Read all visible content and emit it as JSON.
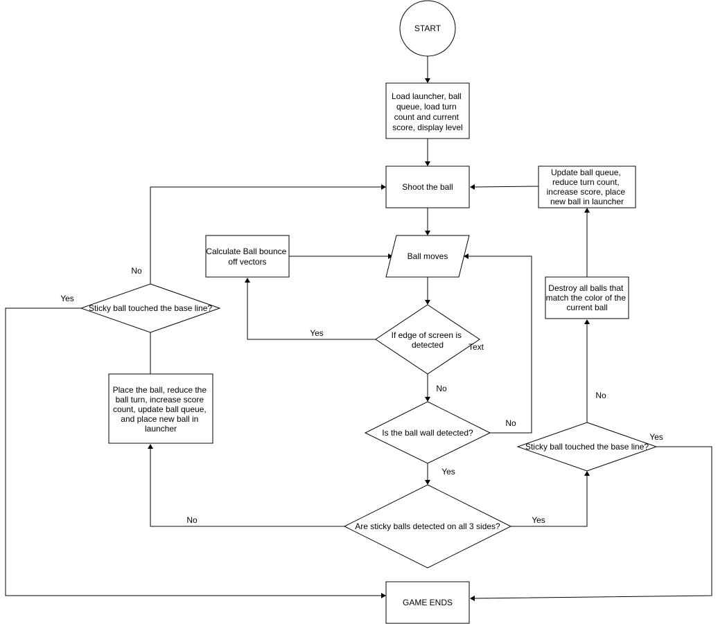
{
  "nodes": {
    "start": "START",
    "load": [
      "Load launcher, ball",
      "queue, load turn",
      "count and current",
      "score, display level"
    ],
    "shoot": "Shoot the ball",
    "update": [
      "Update ball queue,",
      "reduce turn count,",
      "increase score, place",
      "new ball in launcher"
    ],
    "calc": [
      "Calculate Ball bounce",
      "off vectors"
    ],
    "moves": "Ball moves",
    "sticky_left": "Sticky ball touched the base line?",
    "edge": [
      "If edge of screen is",
      "detected"
    ],
    "destroy": [
      "Destroy all balls that",
      "match the color of the",
      "current ball"
    ],
    "place": [
      "Place the ball, reduce the",
      "ball turn, increase score",
      "count, update ball queue,",
      "and place new ball in",
      "launcher"
    ],
    "wall": "Is the ball wall detected?",
    "sticky_right": "Sticky ball touched the base line?",
    "sides": "Are sticky balls detected on all 3 sides?",
    "end": "GAME ENDS"
  },
  "labels": {
    "no_left": "No",
    "yes_left": "Yes",
    "yes_edge": "Yes",
    "stray_text": "Text",
    "no_edge": "No",
    "no_wall": "No",
    "yes_wall": "Yes",
    "no_destroy": "No",
    "yes_right": "Yes",
    "no_sides": "No",
    "yes_sides": "Yes"
  }
}
